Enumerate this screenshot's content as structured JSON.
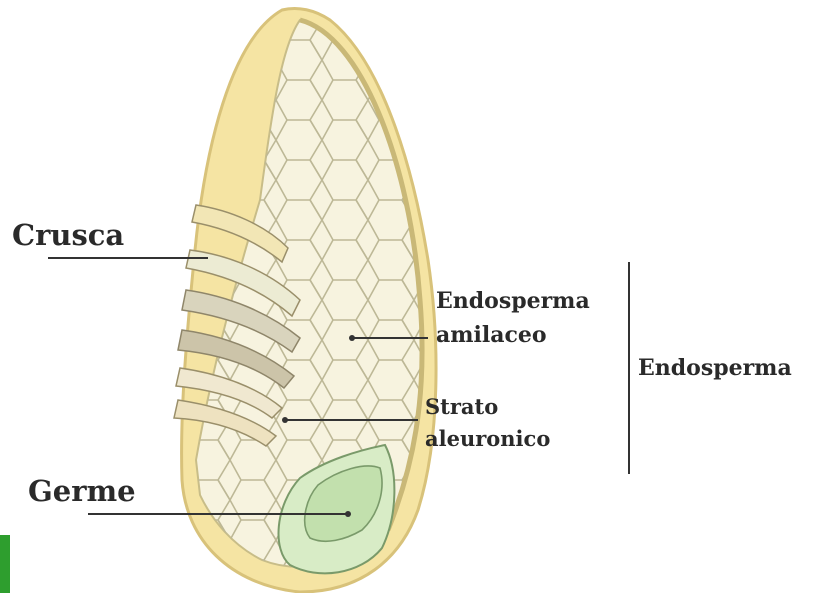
{
  "labels": {
    "crusca": "Crusca",
    "germe": "Germe",
    "endosperma_amilaceo": [
      "Endosperma",
      "amilaceo"
    ],
    "strato_aleuronico": [
      "Strato",
      "aleuronico"
    ],
    "endosperma": "Endosperma"
  },
  "colors": {
    "husk": "#f5e4a3",
    "husk_edge": "#d8c27a",
    "cells_bg": "#f7f3df",
    "cell_line": "#bdb896",
    "germ": "#d8ecc6",
    "germ_inner": "#c2e0ad",
    "leader": "#333333",
    "accent_bar": "#2e9e2e"
  }
}
